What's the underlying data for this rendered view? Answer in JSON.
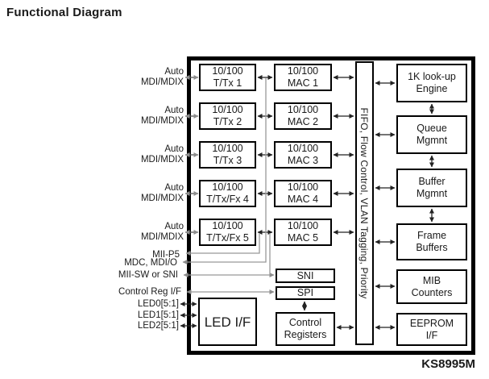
{
  "title": "Functional Diagram",
  "chip_label": "KS8995M",
  "diagram": {
    "phy_blocks": [
      {
        "line1": "10/100",
        "line2": "T/Tx 1"
      },
      {
        "line1": "10/100",
        "line2": "T/Tx 2"
      },
      {
        "line1": "10/100",
        "line2": "T/Tx 3"
      },
      {
        "line1": "10/100",
        "line2": "T/Tx/Fx 4"
      },
      {
        "line1": "10/100",
        "line2": "T/Tx/Fx 5"
      }
    ],
    "mac_blocks": [
      {
        "line1": "10/100",
        "line2": "MAC 1"
      },
      {
        "line1": "10/100",
        "line2": "MAC 2"
      },
      {
        "line1": "10/100",
        "line2": "MAC 3"
      },
      {
        "line1": "10/100",
        "line2": "MAC 4"
      },
      {
        "line1": "10/100",
        "line2": "MAC 5"
      }
    ],
    "fifo_bar_label": "FIFO, Flow Control, VLAN Tagging, Priority",
    "right_blocks": [
      {
        "line1": "1K look-up",
        "line2": "Engine"
      },
      {
        "line1": "Queue",
        "line2": "Mgmnt"
      },
      {
        "line1": "Buffer",
        "line2": "Mgmnt"
      },
      {
        "line1": "Frame",
        "line2": "Buffers"
      },
      {
        "line1": "MIB",
        "line2": "Counters"
      },
      {
        "line1": "EEPROM",
        "line2": "I/F"
      }
    ],
    "center": {
      "sni": "SNI",
      "spi": "SPI",
      "control": {
        "line1": "Control",
        "line2": "Registers"
      },
      "led_if": "LED I/F"
    },
    "port_labels": [
      {
        "line1": "Auto",
        "line2": "MDI/MDIX"
      },
      {
        "line1": "Auto",
        "line2": "MDI/MDIX"
      },
      {
        "line1": "Auto",
        "line2": "MDI/MDIX"
      },
      {
        "line1": "Auto",
        "line2": "MDI/MDIX"
      },
      {
        "line1": "Auto",
        "line2": "MDI/MDIX"
      }
    ],
    "pin_labels": [
      "MII-P5",
      "MDC, MDI/O",
      "MII-SW or SNI",
      "Control Reg I/F",
      "LED0[5:1]",
      "LED1[5:1]",
      "LED2[5:1]"
    ],
    "colors": {
      "background": "#ffffff",
      "box_border": "#000000",
      "connector_dark": "#222222",
      "connector_gray": "#999999"
    }
  }
}
